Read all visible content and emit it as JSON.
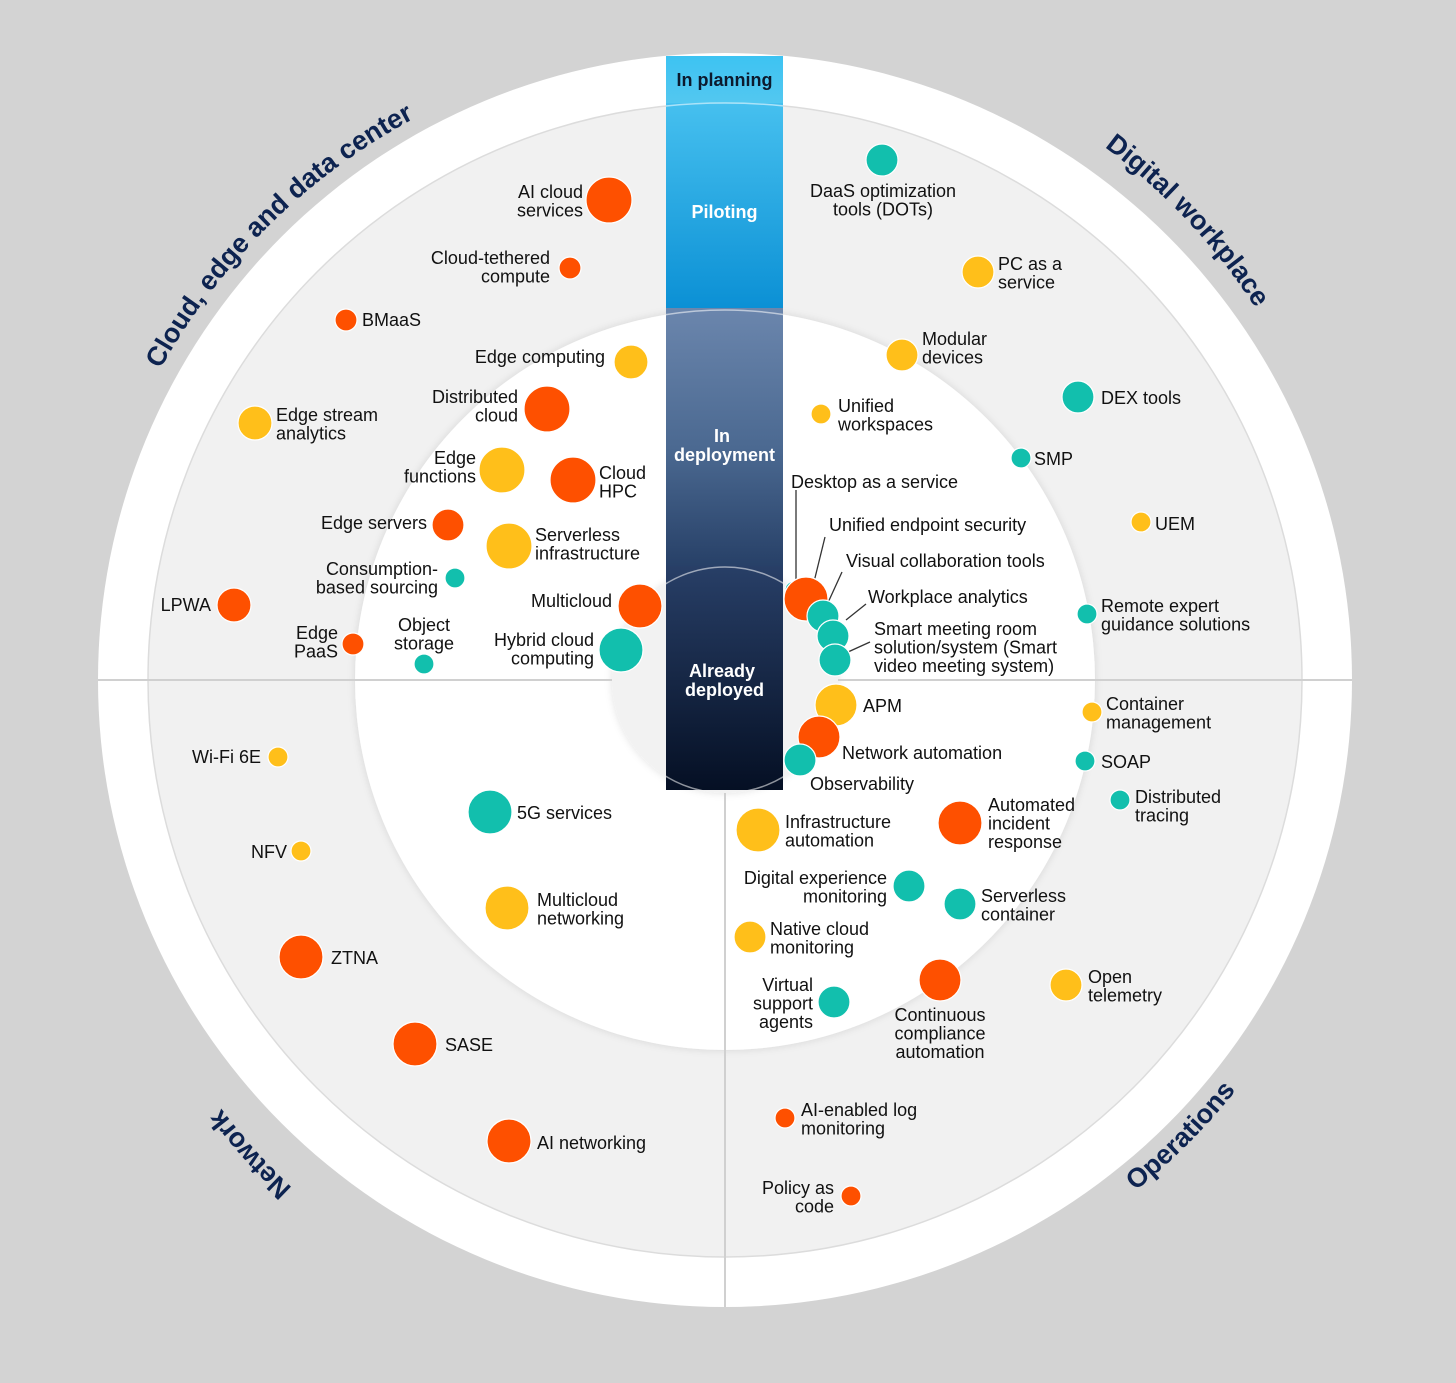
{
  "colors": {
    "background": "#d3d3d3",
    "outer_ring": "#ffffff",
    "band": "#f1f1f1",
    "ring_line": "#dcdcdc",
    "orange": "#fe5000",
    "yellow": "#ffbf1a",
    "teal": "#12bfad",
    "sector_text": "#0d2350"
  },
  "stages": [
    {
      "id": "planning",
      "label": "In planning"
    },
    {
      "id": "piloting",
      "label": "Piloting"
    },
    {
      "id": "deployment",
      "lines": [
        "In",
        "deployment"
      ]
    },
    {
      "id": "deployed",
      "lines": [
        "Already",
        "deployed"
      ]
    }
  ],
  "sectors": [
    {
      "id": "cloud",
      "label": "Cloud, edge and data center"
    },
    {
      "id": "workplace",
      "label": "Digital workplace"
    },
    {
      "id": "network",
      "label": "Network"
    },
    {
      "id": "operations",
      "label": "Operations"
    }
  ],
  "items": [
    {
      "lines": [
        "AI cloud",
        "services"
      ],
      "color": "orange"
    },
    {
      "lines": [
        "Cloud-tethered",
        "compute"
      ],
      "color": "orange"
    },
    {
      "lines": [
        "BMaaS"
      ],
      "color": "orange"
    },
    {
      "lines": [
        "Edge computing"
      ],
      "color": "yellow"
    },
    {
      "lines": [
        "Distributed",
        "cloud"
      ],
      "color": "orange"
    },
    {
      "lines": [
        "Edge stream",
        "analytics"
      ],
      "color": "yellow"
    },
    {
      "lines": [
        "Edge",
        "functions"
      ],
      "color": "yellow"
    },
    {
      "lines": [
        "Cloud",
        "HPC"
      ],
      "color": "orange"
    },
    {
      "lines": [
        "Edge servers"
      ],
      "color": "orange"
    },
    {
      "lines": [
        "Serverless",
        "infrastructure"
      ],
      "color": "yellow"
    },
    {
      "lines": [
        "Consumption-",
        "based sourcing"
      ],
      "color": "teal"
    },
    {
      "lines": [
        "LPWA"
      ],
      "color": "orange"
    },
    {
      "lines": [
        "Multicloud"
      ],
      "color": "orange"
    },
    {
      "lines": [
        "Edge",
        "PaaS"
      ],
      "color": "orange"
    },
    {
      "lines": [
        "Object",
        "storage"
      ],
      "color": "teal"
    },
    {
      "lines": [
        "Hybrid cloud",
        "computing"
      ],
      "color": "teal"
    },
    {
      "lines": [
        "DaaS optimization",
        "tools (DOTs)"
      ],
      "color": "teal"
    },
    {
      "lines": [
        "PC as a",
        "service"
      ],
      "color": "yellow"
    },
    {
      "lines": [
        "Modular",
        "devices"
      ],
      "color": "yellow"
    },
    {
      "lines": [
        "DEX tools"
      ],
      "color": "teal"
    },
    {
      "lines": [
        "Unified",
        "workspaces"
      ],
      "color": "yellow"
    },
    {
      "lines": [
        "SMP"
      ],
      "color": "teal"
    },
    {
      "lines": [
        "UEM"
      ],
      "color": "yellow"
    },
    {
      "lines": [
        "Remote expert",
        "guidance solutions"
      ],
      "color": "teal"
    },
    {
      "lines": [
        "Desktop as a service"
      ],
      "color": "teal"
    },
    {
      "lines": [
        "Unified endpoint security"
      ],
      "color": "orange"
    },
    {
      "lines": [
        "Visual collaboration tools"
      ],
      "color": "teal"
    },
    {
      "lines": [
        "Workplace analytics"
      ],
      "color": "teal"
    },
    {
      "lines": [
        "Smart meeting room",
        "solution/system (Smart",
        "video meeting system)"
      ],
      "color": "teal"
    },
    {
      "lines": [
        "Wi-Fi 6E"
      ],
      "color": "yellow"
    },
    {
      "lines": [
        "NFV"
      ],
      "color": "yellow"
    },
    {
      "lines": [
        "ZTNA"
      ],
      "color": "orange"
    },
    {
      "lines": [
        "SASE"
      ],
      "color": "orange"
    },
    {
      "lines": [
        "AI networking"
      ],
      "color": "orange"
    },
    {
      "lines": [
        "5G services"
      ],
      "color": "teal"
    },
    {
      "lines": [
        "Multicloud",
        "networking"
      ],
      "color": "yellow"
    },
    {
      "lines": [
        "APM"
      ],
      "color": "yellow"
    },
    {
      "lines": [
        "Network automation"
      ],
      "color": "orange"
    },
    {
      "lines": [
        "Observability"
      ],
      "color": "teal"
    },
    {
      "lines": [
        "Container",
        "management"
      ],
      "color": "yellow"
    },
    {
      "lines": [
        "SOAP"
      ],
      "color": "teal"
    },
    {
      "lines": [
        "Distributed",
        "tracing"
      ],
      "color": "teal"
    },
    {
      "lines": [
        "Infrastructure",
        "automation"
      ],
      "color": "yellow"
    },
    {
      "lines": [
        "Automated",
        "incident",
        "response"
      ],
      "color": "orange"
    },
    {
      "lines": [
        "Digital experience",
        "monitoring"
      ],
      "color": "teal"
    },
    {
      "lines": [
        "Serverless",
        "container"
      ],
      "color": "teal"
    },
    {
      "lines": [
        "Native cloud",
        "monitoring"
      ],
      "color": "yellow"
    },
    {
      "lines": [
        "Virtual",
        "support",
        "agents"
      ],
      "color": "teal"
    },
    {
      "lines": [
        "Continuous",
        "compliance",
        "automation"
      ],
      "color": "orange"
    },
    {
      "lines": [
        "Open",
        "telemetry"
      ],
      "color": "yellow"
    },
    {
      "lines": [
        "AI-enabled log",
        "monitoring"
      ],
      "color": "orange"
    },
    {
      "lines": [
        "Policy as",
        "code"
      ],
      "color": "orange"
    }
  ]
}
